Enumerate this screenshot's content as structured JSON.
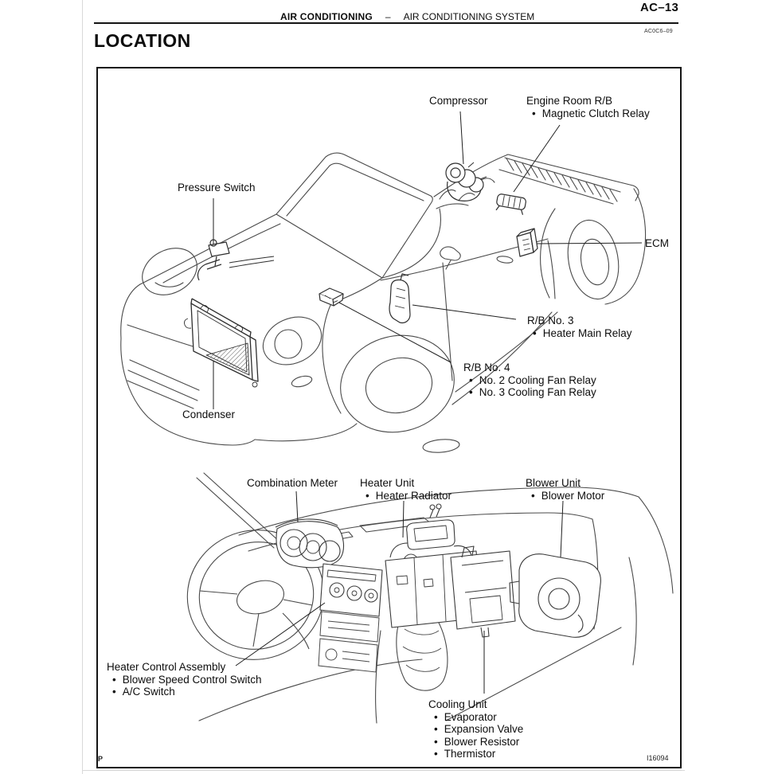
{
  "page": {
    "page_number": "AC–13",
    "section_bold": "AIR CONDITIONING",
    "separator": "–",
    "section_regular": "AIR CONDITIONING SYSTEM",
    "revision_code": "AC0C6–09",
    "title": "LOCATION",
    "figure_id": "I16094",
    "footer_marker": "P"
  },
  "figure_top": {
    "labels": {
      "compressor": {
        "title": "Compressor"
      },
      "engine_room_rb": {
        "title": "Engine Room R/B",
        "bullets": [
          "Magnetic Clutch Relay"
        ]
      },
      "pressure_switch": {
        "title": "Pressure Switch"
      },
      "ecm": {
        "title": "ECM"
      },
      "rb_no3": {
        "title": "R/B No. 3",
        "bullets": [
          "Heater Main Relay"
        ]
      },
      "rb_no4": {
        "title": "R/B No. 4",
        "bullets": [
          "No. 2 Cooling Fan Relay",
          "No. 3 Cooling Fan Relay"
        ]
      },
      "condenser": {
        "title": "Condenser"
      }
    }
  },
  "figure_bottom": {
    "labels": {
      "combination_meter": {
        "title": "Combination Meter"
      },
      "heater_unit": {
        "title": "Heater Unit",
        "bullets": [
          "Heater Radiator"
        ]
      },
      "blower_unit": {
        "title": "Blower Unit",
        "bullets": [
          "Blower Motor"
        ]
      },
      "heater_control_assembly": {
        "title": "Heater Control Assembly",
        "bullets": [
          "Blower Speed Control Switch",
          "A/C Switch"
        ]
      },
      "cooling_unit": {
        "title": "Cooling Unit",
        "bullets": [
          "Evaporator",
          "Expansion Valve",
          "Blower Resistor",
          "Thermistor"
        ]
      }
    }
  }
}
